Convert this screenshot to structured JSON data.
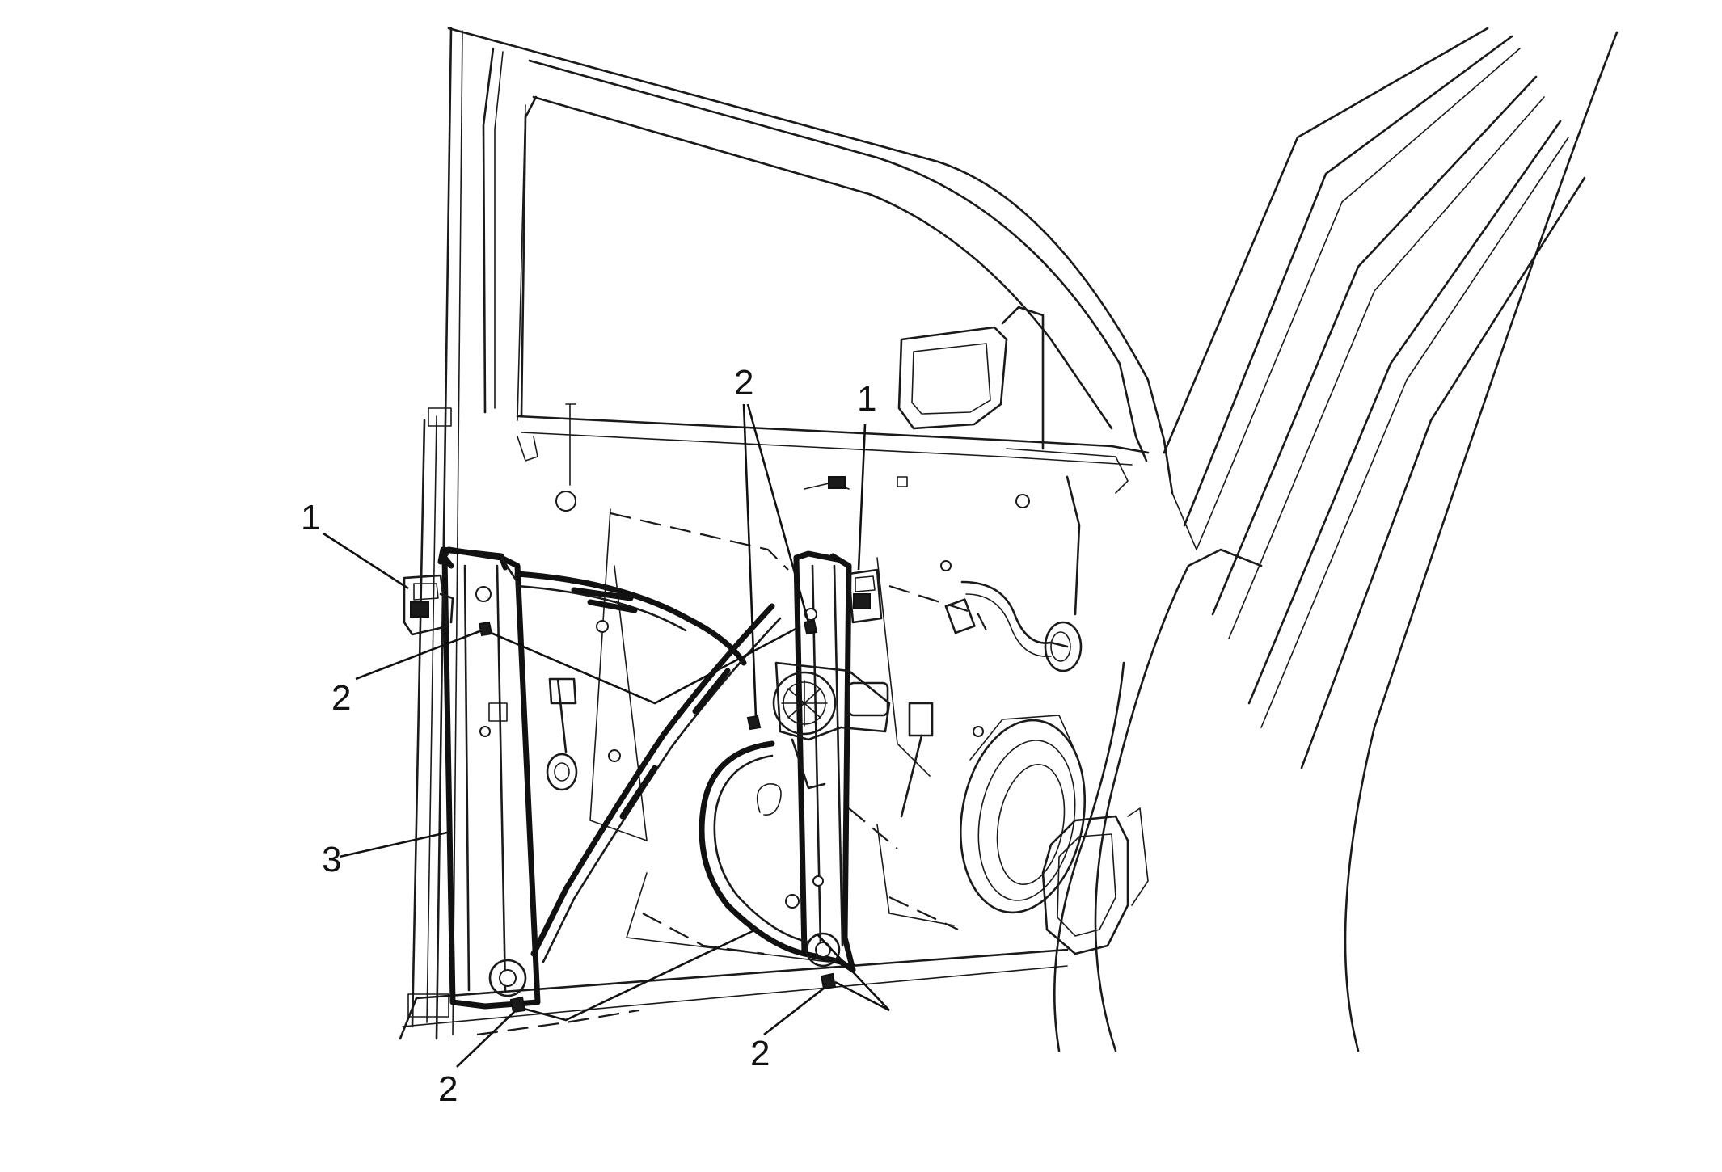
{
  "diagram": {
    "callouts": [
      {
        "id": "retainer-upper-left",
        "number": "1"
      },
      {
        "id": "retainer-upper-right",
        "number": "1"
      },
      {
        "id": "bolt-upper-left",
        "number": "2"
      },
      {
        "id": "bolt-upper-center",
        "number": "2"
      },
      {
        "id": "bolt-lower-left",
        "number": "2"
      },
      {
        "id": "bolt-lower-right",
        "number": "2"
      },
      {
        "id": "regulator-assembly",
        "number": "3"
      }
    ],
    "colors": {
      "line": "#1a1a1a",
      "background": "#ffffff"
    }
  }
}
